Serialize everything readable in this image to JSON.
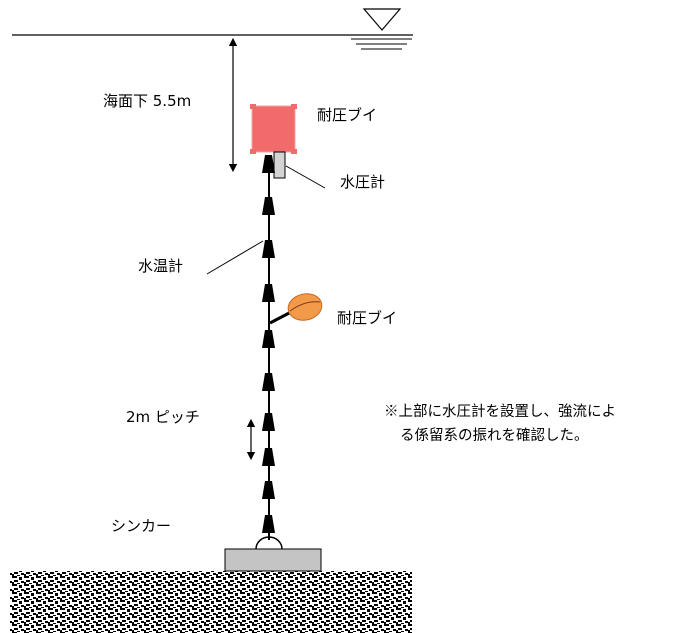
{
  "labels": {
    "depth": "海面下 5.5m",
    "buoy_top": "耐圧ブイ",
    "pressure_gauge": "水圧計",
    "thermometer": "水温計",
    "buoy_mid": "耐圧ブイ",
    "pitch": "2m ピッチ",
    "sinker": "シンカー"
  },
  "note": {
    "line1": "※上部に水圧計を設置し、強流によ",
    "line2": "る係留系の振れを確認した。"
  },
  "colors": {
    "buoy_top": "#f26b6b",
    "buoy_mid": "#f39a4a",
    "sinker": "#c4c4c4",
    "line": "#000000"
  }
}
